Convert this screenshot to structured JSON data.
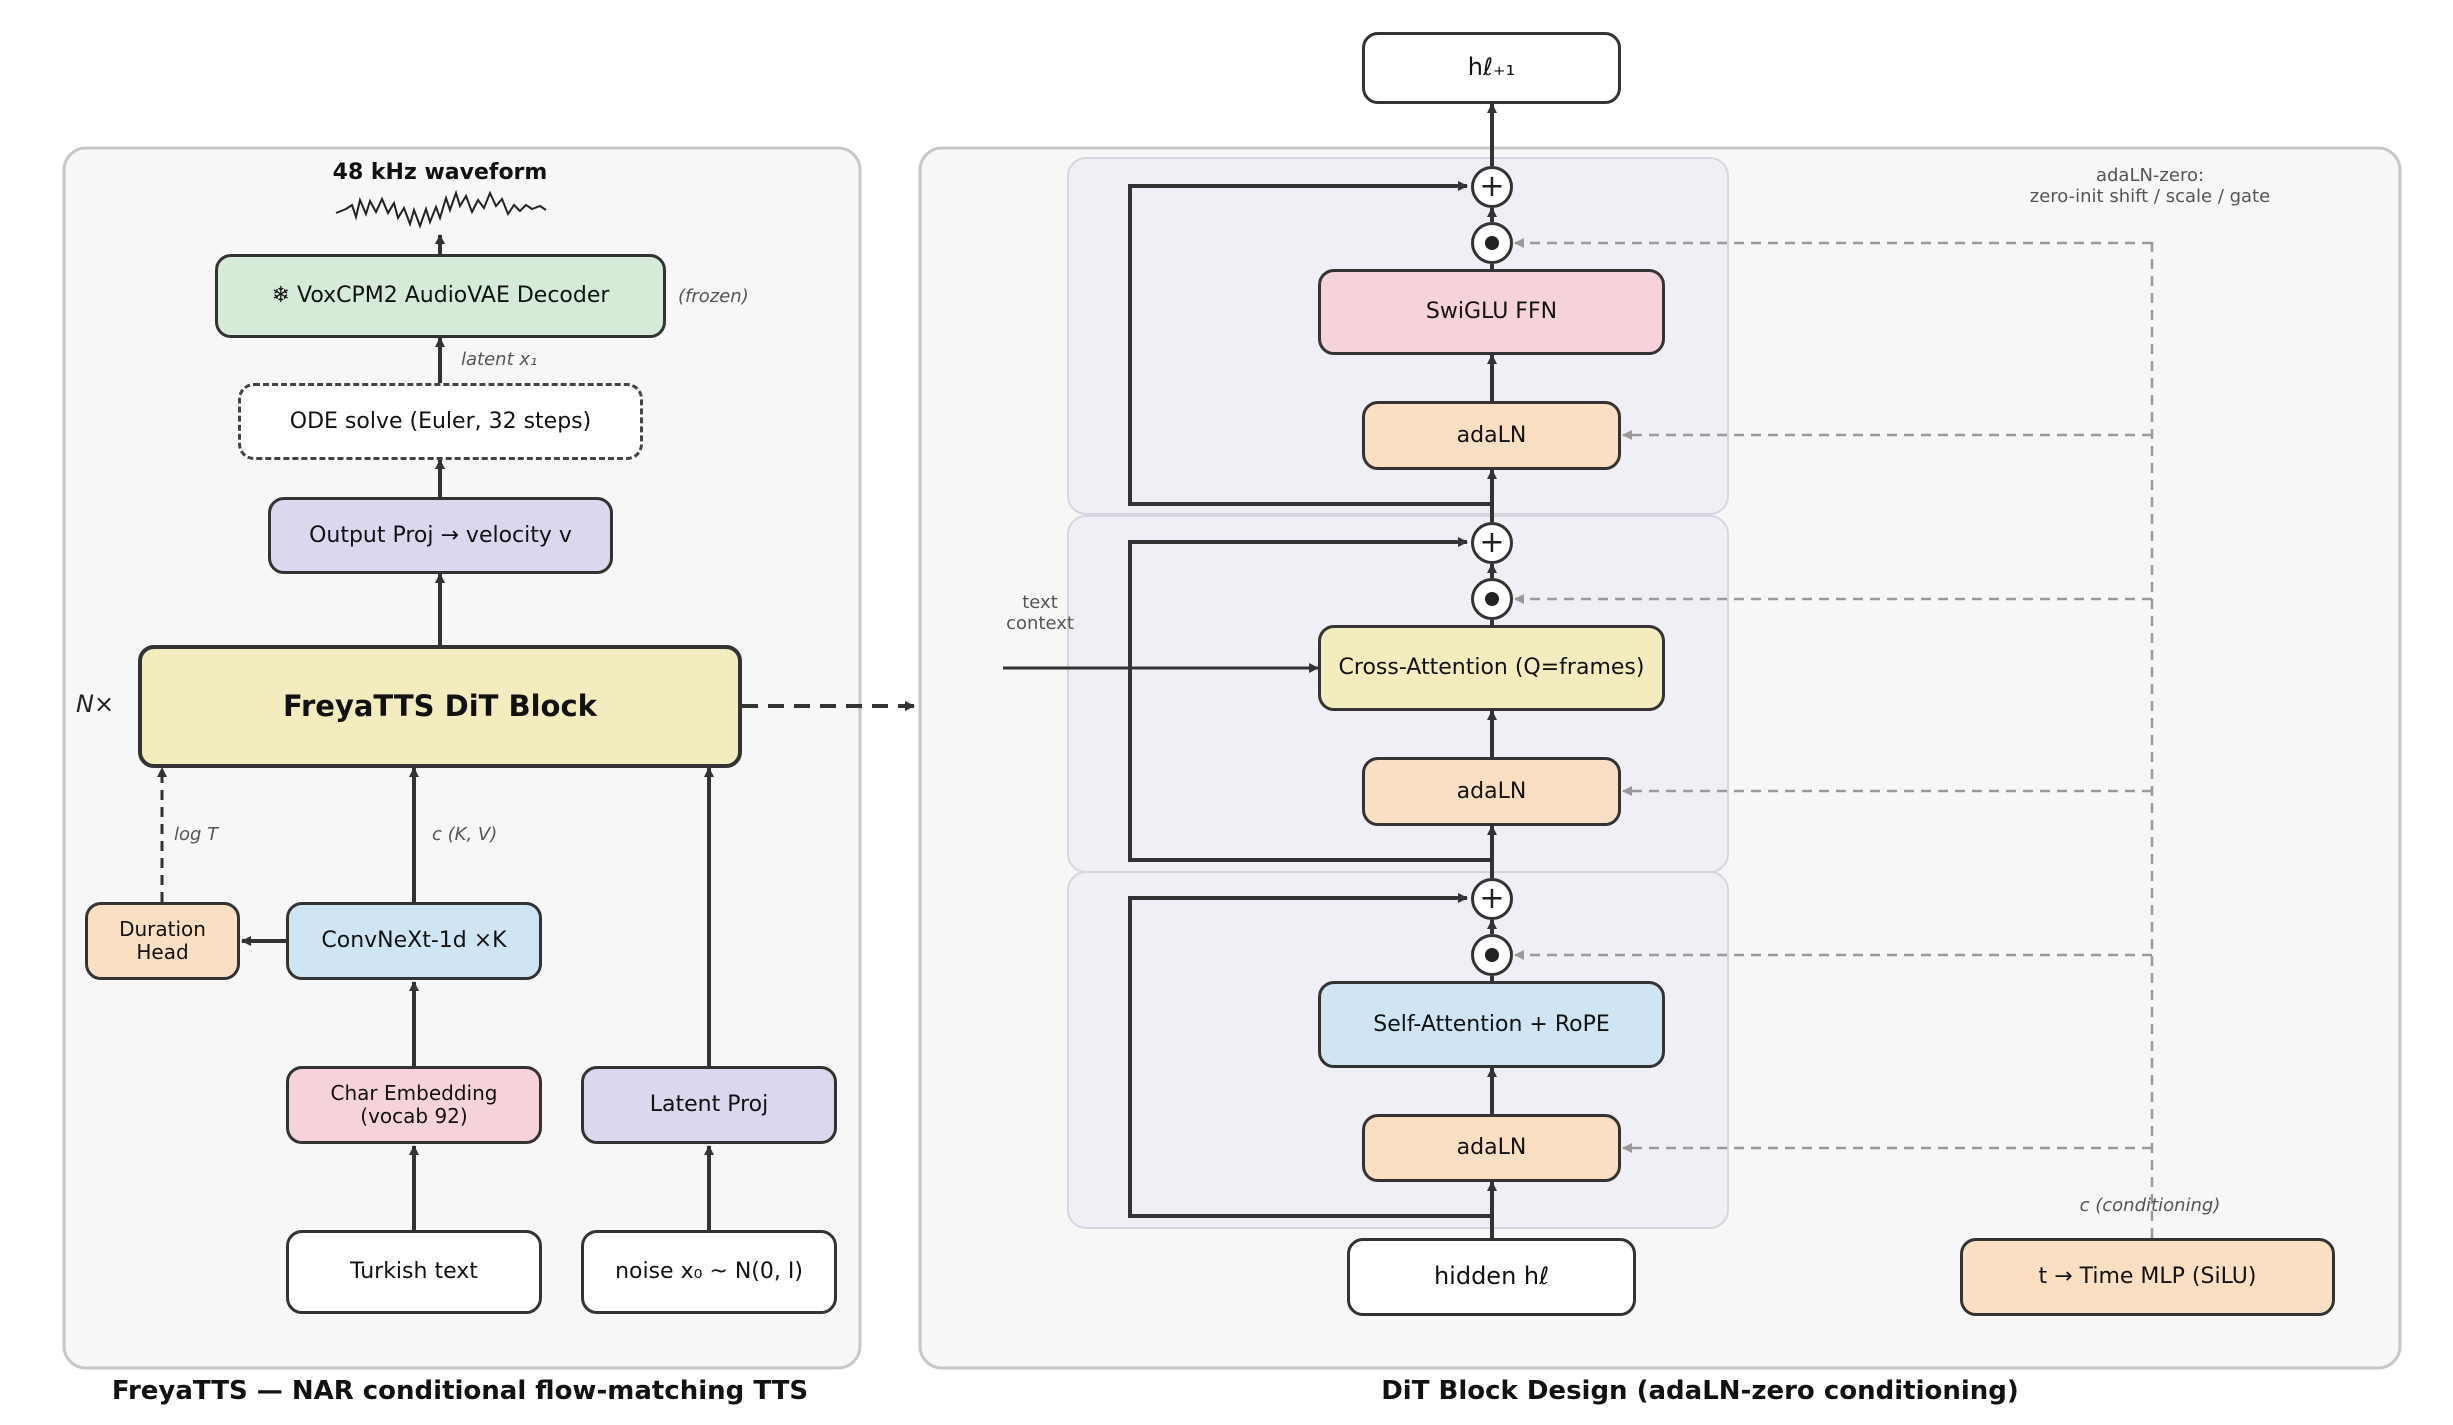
{
  "colors": {
    "panel_bg": "#f7f7f7",
    "panel_border": "#c7c7c7",
    "sub_panel_bg": "#efeff5",
    "green": "#d5ebd7",
    "lavender": "#dcd7ef",
    "yellow": "#f3ecbf",
    "blue": "#d0e5f4",
    "pink": "#f6d3da",
    "peach": "#fadfc2",
    "white": "#ffffff",
    "line": "#333333",
    "cond_line": "#9a9a9a"
  },
  "left": {
    "title": "FreyaTTS  —  NAR conditional flow-matching TTS",
    "waveform_label": "48 kHz waveform",
    "decoder": "❄  VoxCPM2 AudioVAE Decoder",
    "frozen": "(frozen)",
    "latent_label": "latent x₁",
    "ode": "ODE solve  (Euler, 32 steps)",
    "output_proj": "Output Proj  →  velocity v",
    "n_label": "N×",
    "dit_block": "FreyaTTS DiT Block",
    "log_t": "log T",
    "c_kv": "c  (K, V)",
    "duration_head": "Duration\nHead",
    "convnext": "ConvNeXt-1d  ×K",
    "char_embedding": "Char Embedding\n(vocab 92)",
    "latent_proj": "Latent Proj",
    "turkish_text": "Turkish text",
    "noise": "noise  x₀ ~ N(0, I)"
  },
  "right": {
    "title": "DiT Block Design  (adaLN-zero conditioning)",
    "h_out": "hℓ₊₁",
    "adaln_zero_note": "adaLN-zero:\nzero-init shift / scale / gate",
    "swiglu": "SwiGLU  FFN",
    "adaln": "adaLN",
    "text_context": "text\ncontext",
    "cross_attention": "Cross-Attention  (Q=frames)",
    "self_attention": "Self-Attention  +  RoPE",
    "hidden_in": "hidden  hℓ",
    "conditioning": "c  (conditioning)",
    "time_mlp": "t → Time MLP (SiLU)"
  }
}
